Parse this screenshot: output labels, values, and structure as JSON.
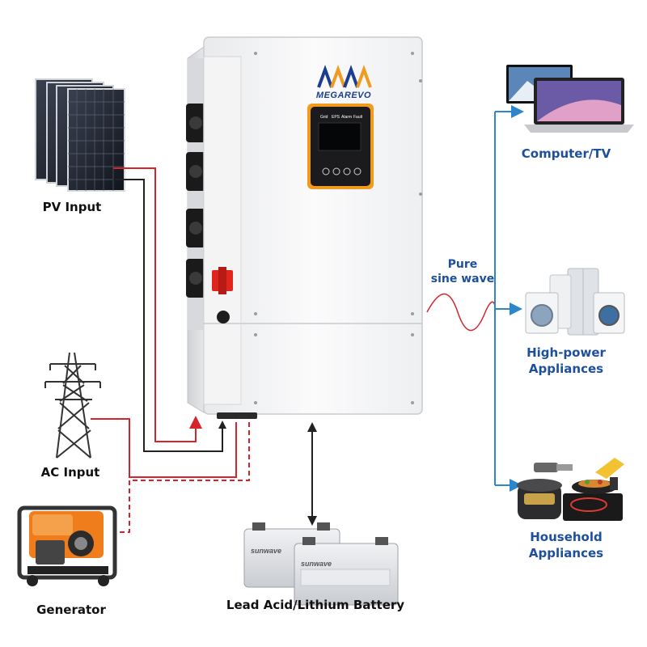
{
  "inverter": {
    "brand": "MEGAREVO",
    "indicators": [
      "Grid",
      "EPS",
      "Alarm",
      "Fault"
    ]
  },
  "labels": {
    "pv_input": "PV Input",
    "ac_input": "AC Input",
    "generator": "Generator",
    "battery": "Lead Acid/Lithium Battery",
    "pure_sine_line1": "Pure",
    "pure_sine_line2": "sine wave",
    "computer_tv": "Computer/TV",
    "high_power_line1": "High-power",
    "high_power_line2": "Appliances",
    "household_line1": "Household",
    "household_line2": "Appliances"
  },
  "battery_brand": "sunwave",
  "colors": {
    "positive_wire": "#d6252a",
    "negative_wire": "#222222",
    "output_line": "#2d86c9",
    "label_blue": "#1d4f9c",
    "accent_orange": "#f29a1d",
    "logo_blue": "#1b3d8f"
  },
  "icons": [
    "solar-panel-icon",
    "transmission-tower-icon",
    "generator-icon",
    "battery-icon",
    "computer-tv-icon",
    "appliances-icon",
    "kitchen-appliances-icon"
  ]
}
